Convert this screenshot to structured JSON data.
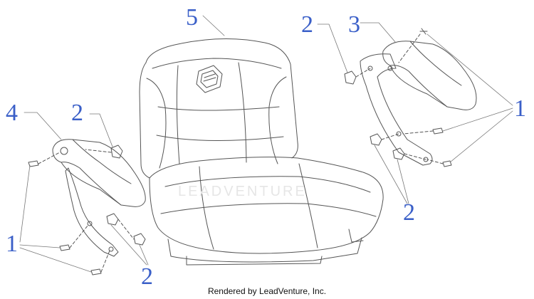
{
  "callouts": {
    "seat": "5",
    "hardware_top": "2",
    "armrest_right": "3",
    "armrest_left": "4",
    "hardware_left_upper": "2",
    "screws_right": "1",
    "hardware_right_lower": "2",
    "screws_left": "1",
    "hardware_left_lower": "2"
  },
  "watermark": "LEADVENTURE",
  "credit": "Rendered by LeadVenture, Inc.",
  "colors": {
    "callout": "#3a5fc8",
    "line": "#555555",
    "watermark": "#e6e6e6"
  }
}
